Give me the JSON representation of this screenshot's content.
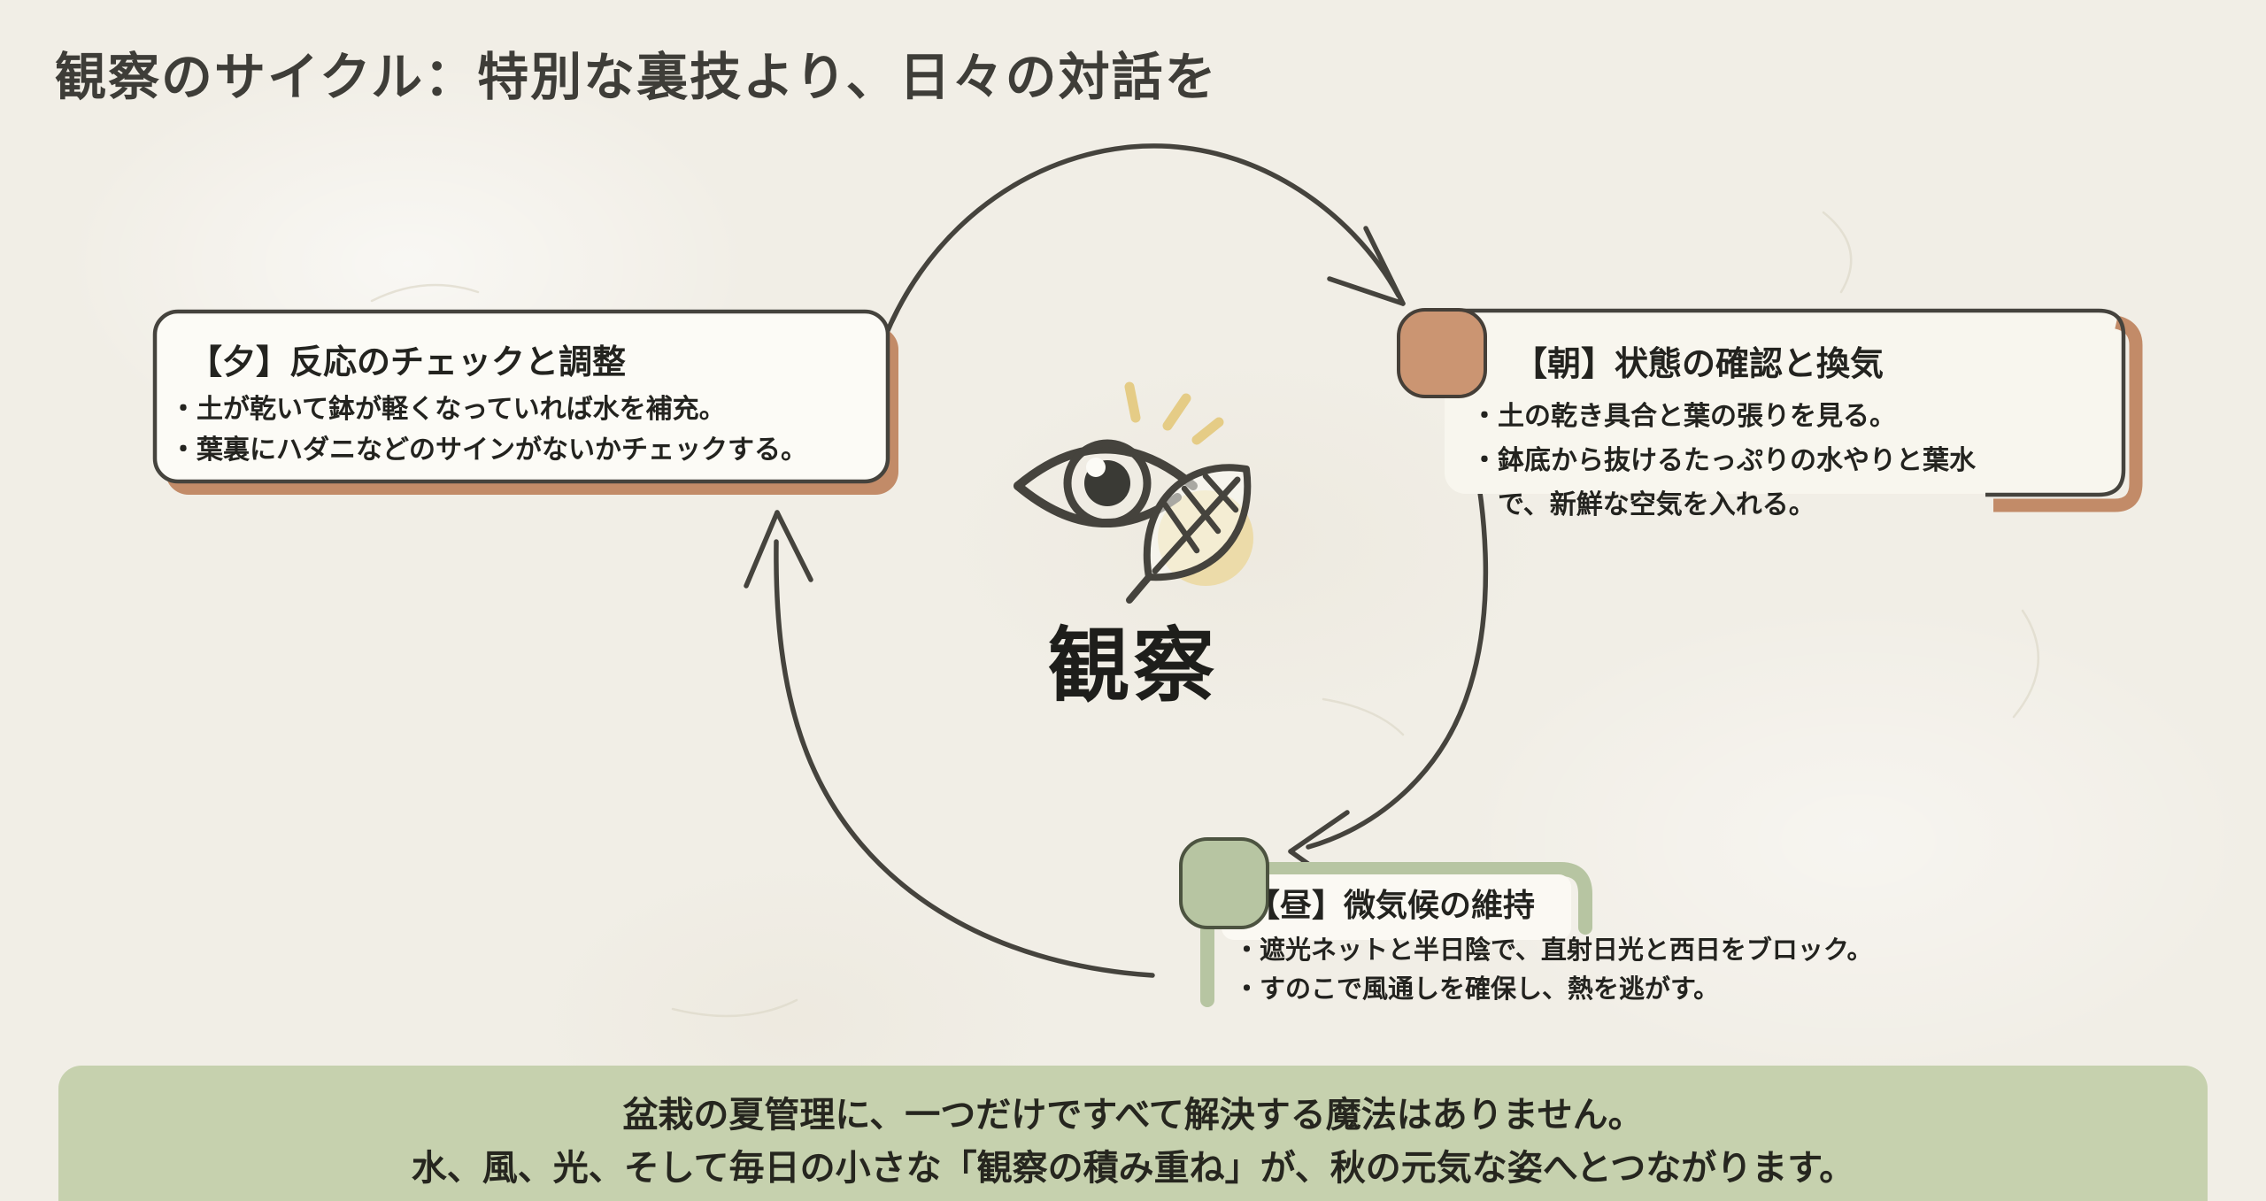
{
  "title": "観察のサイクル：特別な裏技より、日々の対話を",
  "center": {
    "label": "観察"
  },
  "boxes": {
    "evening": {
      "heading": "【夕】反応のチェックと調整",
      "bullets": [
        "・土が乾いて鉢が軽くなっていれば水を補充。",
        "・葉裏にハダニなどのサインがないかチェックする。"
      ]
    },
    "morning": {
      "heading": "【朝】状態の確認と換気",
      "bullets": [
        "・土の乾き具合と葉の張りを見る。",
        "・鉢底から抜けるたっぷりの水やりと葉水で、新鮮な空気を入れる。"
      ]
    },
    "noon": {
      "heading": "【昼】微気候の維持",
      "bullets": [
        "・遮光ネットと半日陰で、直射日光と西日をブロック。",
        "・すのこで風通しを確保し、熱を逃がす。"
      ]
    }
  },
  "footer": {
    "line1": "盆栽の夏管理に、一つだけですべて解決する魔法はありません。",
    "line2": "水、風、光、そして毎日の小さな「観察の積み重ね」が、秋の元気な姿へとつながります。"
  },
  "colors": {
    "paper": "#f1eee6",
    "card": "#fcfbf6",
    "ink": "#45433d",
    "text": "#23231f",
    "terracotta": "#c28b68",
    "terracotta-fill": "#cb9572",
    "sage": "#b7c5a2",
    "sage-border": "#4c5340",
    "banner": "#c6d1ae",
    "gold": "#e5cc86",
    "gold-blob": "#ecd9a4"
  }
}
